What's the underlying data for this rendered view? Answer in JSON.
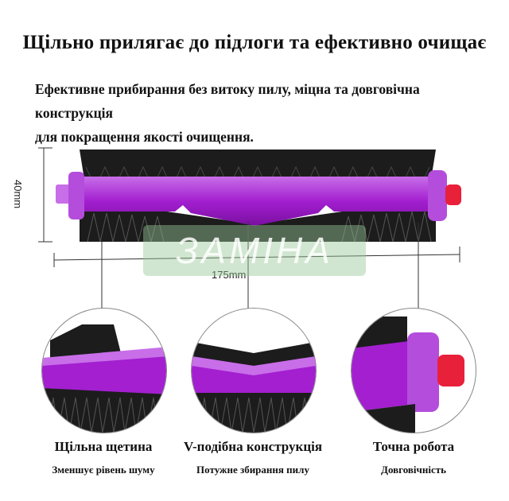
{
  "header": {
    "title": "Щільно прилягає до підлоги та ефективно очищає",
    "subtitle_line1": "Ефективне прибирання без витоку пилу, міцна та довговічна конструкція",
    "subtitle_line2": "для покращення якості очищення."
  },
  "dimensions": {
    "width_label": "175mm",
    "height_label": "40mm"
  },
  "watermark": {
    "text": "ЗАМІНА"
  },
  "features": [
    {
      "title": "Щільна щетина",
      "caption": "Зменшує рівень шуму"
    },
    {
      "title": "V-подібна конструкція",
      "caption": "Потужне збирання пилу"
    },
    {
      "title": "Точна робота",
      "caption": "Довговічність"
    }
  ],
  "colors": {
    "brush_body": "#a31fd0",
    "brush_light": "#c86ee8",
    "bristles": "#1a1a1a",
    "cap_tip": "#e8203a"
  }
}
